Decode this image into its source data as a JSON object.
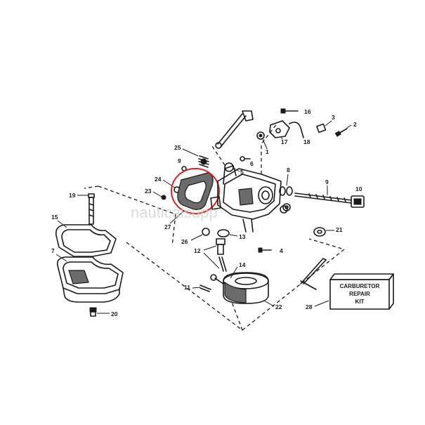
{
  "part_numbers": {
    "p1": "1",
    "p2": "2",
    "p3": "3",
    "p4": "4",
    "p5": "5",
    "p6": "6",
    "p7": "7",
    "p8": "8",
    "p9": "9",
    "p10": "10",
    "p11": "11",
    "p12": "12",
    "p13": "13",
    "p14": "14",
    "p15": "15",
    "p16": "16",
    "p17": "17",
    "p18": "18",
    "p19": "19",
    "p20": "20",
    "p21": "21",
    "p22": "22",
    "p23": "23",
    "p24": "24",
    "p25": "25",
    "p26": "26",
    "p27": "27",
    "p28": "28"
  },
  "repair_kit": {
    "line1": "CARBURETOR",
    "line2": "REPAIR",
    "line3": "KIT"
  },
  "watermark": "nauticalsupp",
  "highlight_color": "#e02020",
  "line_color": "#1a1a1a"
}
